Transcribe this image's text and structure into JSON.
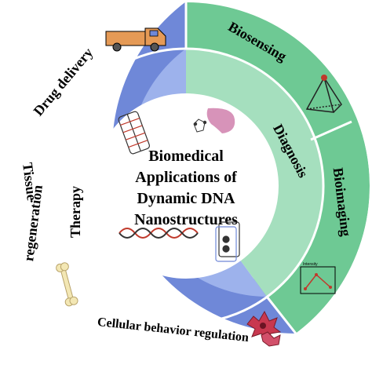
{
  "center": {
    "line1": "Biomedical",
    "line2": "Applications of",
    "line3": "Dynamic DNA",
    "line4": "Nanostructures"
  },
  "inner_ring": {
    "therapy_label": "Therapy",
    "diagnosis_label": "Diagnosis"
  },
  "outer_ring": {
    "drug_delivery": "Drug delivery",
    "tissue_regeneration_line1": "Tissue",
    "tissue_regeneration_line2": "regeneration",
    "cellular_behavior": "Cellular behavior regulation",
    "biosensing": "Biosensing",
    "bioimaging": "Bioimaging"
  },
  "chart_inset": {
    "label": "Intensity"
  },
  "colors": {
    "therapy_outer": "#6f88d8",
    "therapy_inner": "#9db2ec",
    "diagnosis_outer": "#6ec994",
    "diagnosis_inner": "#a5dfbe",
    "separator": "#ffffff"
  },
  "icons": [
    "truck-icon",
    "bone-icon",
    "cells-icon",
    "pyramid-icon",
    "intensity-chart-icon",
    "dna-frame-icon",
    "protein-icon",
    "double-helix-icon",
    "dna-box-icon"
  ]
}
